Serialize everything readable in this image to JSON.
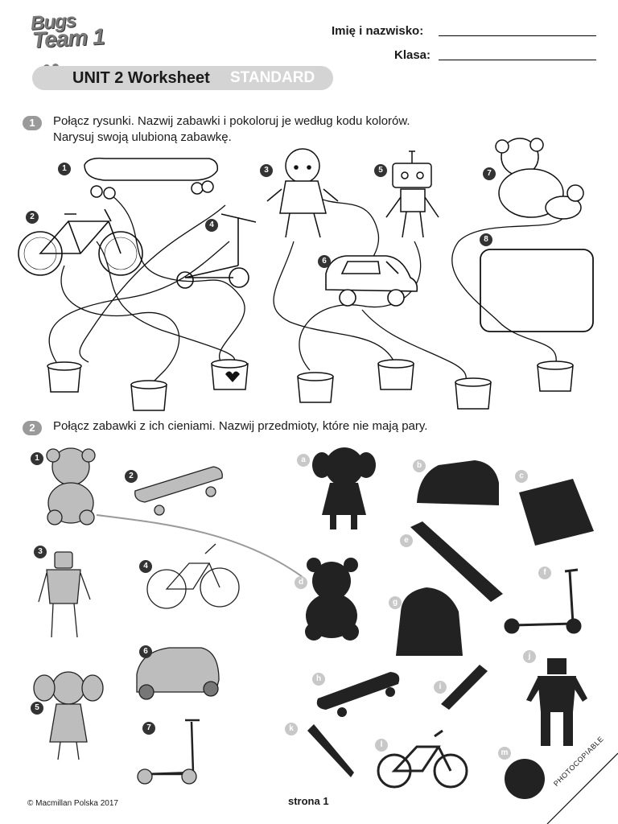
{
  "header": {
    "logo_line1": "Bugs",
    "logo_line2": "Team 1",
    "name_label": "Imię i nazwisko:",
    "class_label": "Klasa:",
    "unit_title": "UNIT 2 Worksheet",
    "level": "STANDARD"
  },
  "exercise1": {
    "number": "1",
    "instruction_line1": "Połącz rysunki. Nazwij zabawki i pokoloruj je według kodu kolorów.",
    "instruction_line2": "Narysuj swoją ulubioną zabawkę.",
    "items": [
      "1",
      "2",
      "3",
      "4",
      "5",
      "6",
      "7",
      "8"
    ]
  },
  "exercise2": {
    "number": "2",
    "instruction": "Połącz zabawki z ich cieniami. Nazwij przedmioty, które nie mają pary.",
    "toys": [
      "1",
      "2",
      "3",
      "4",
      "5",
      "6",
      "7"
    ],
    "shadows": [
      "a",
      "b",
      "c",
      "d",
      "e",
      "f",
      "g",
      "h",
      "i",
      "j",
      "k",
      "l",
      "m"
    ]
  },
  "footer": {
    "copyright": "© Macmillan Polska 2017",
    "page": "strona 1",
    "photocopiable": "PHOTOCOPIABLE"
  }
}
